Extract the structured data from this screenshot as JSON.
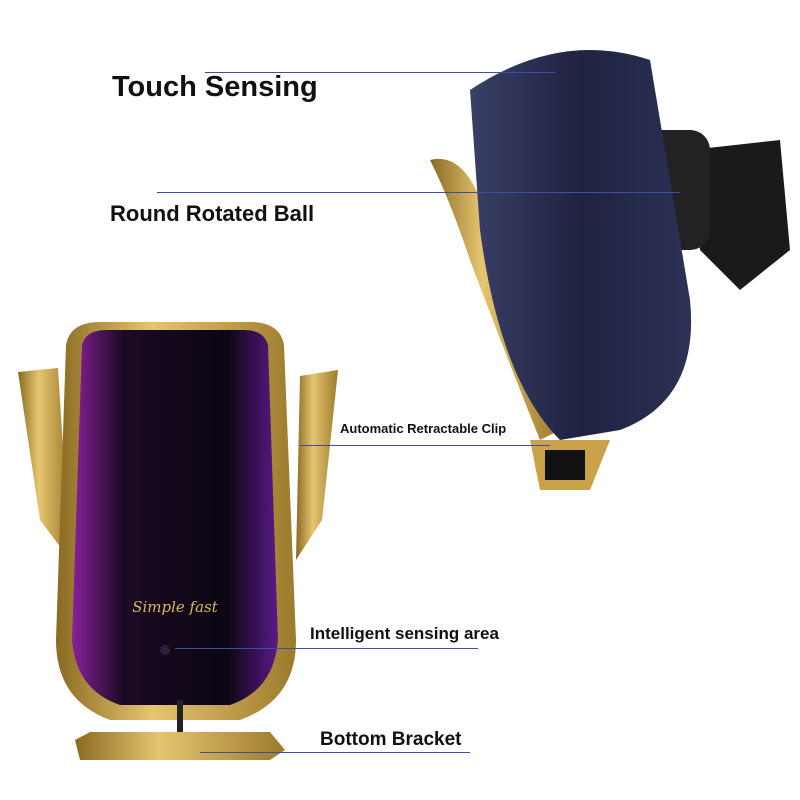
{
  "labels": {
    "touch_sensing": "Touch Sensing",
    "round_rotated_ball": "Round Rotated Ball",
    "automatic_retractable_clip": "Automatic Retractable Clip",
    "intelligent_sensing_area": "Intelligent sensing area",
    "bottom_bracket": "Bottom Bracket"
  },
  "logo_text": "Simple fast",
  "colors": {
    "gold": "#c9a24a",
    "line": "#3b4fa8",
    "phone_purple": "#5a1a78"
  }
}
